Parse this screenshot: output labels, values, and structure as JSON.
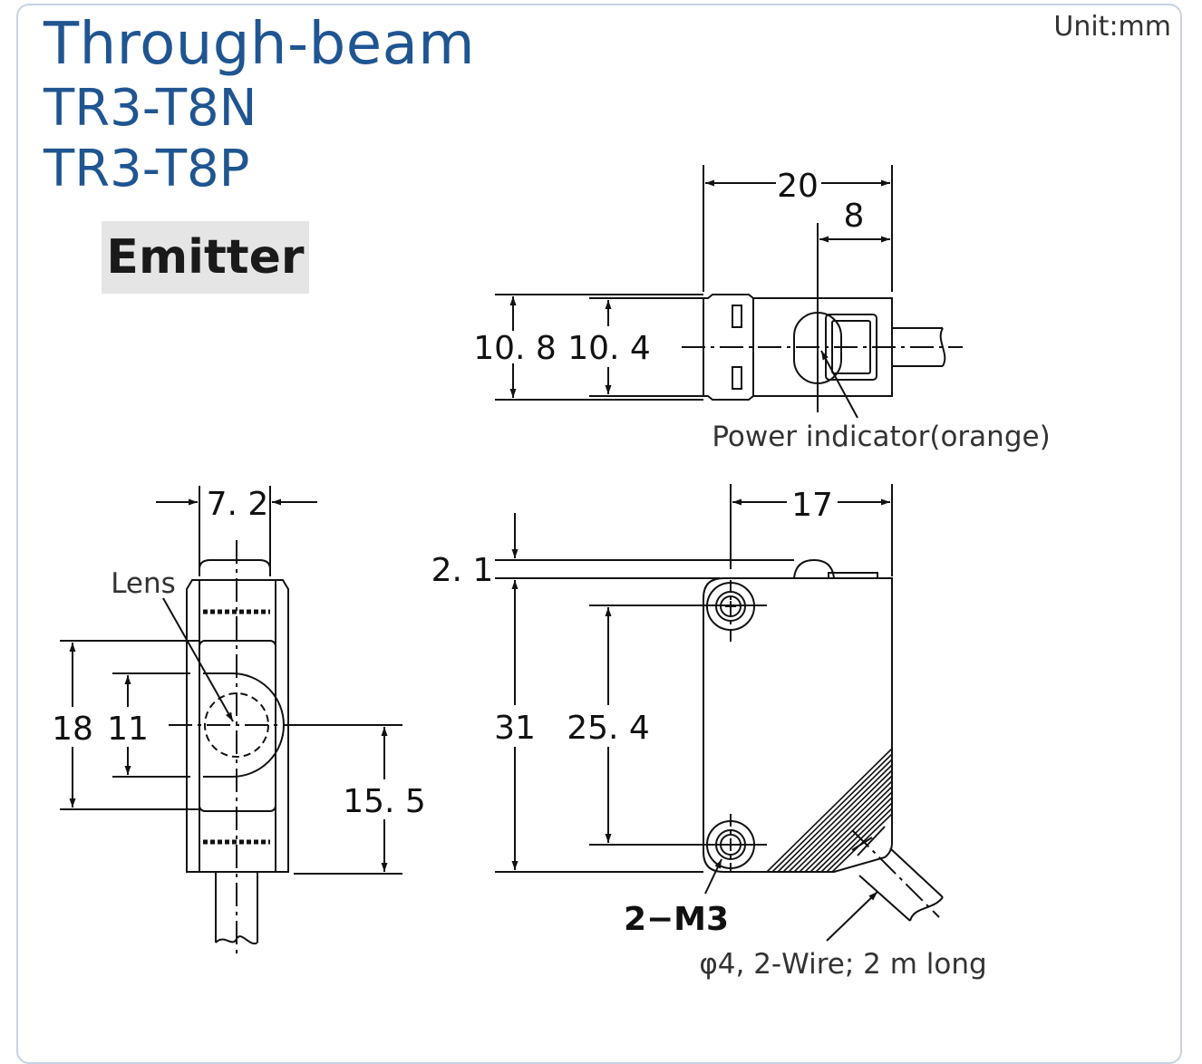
{
  "header": {
    "title": "Through-beam",
    "models": [
      "TR3-T8N",
      "TR3-T8P"
    ],
    "unit": "Unit:mm",
    "badge": "Emitter"
  },
  "dimensions": {
    "top_width": "20",
    "top_indicator": "8",
    "top_height_outer": "10. 8",
    "top_height_inner": "10. 4",
    "front_width": "7. 2",
    "front_height_outer": "18",
    "front_height_inner": "11",
    "front_lens_height": "15. 5",
    "side_width": "17",
    "side_top_offset": "2. 1",
    "side_height": "31",
    "side_hole_pitch": "25. 4"
  },
  "labels": {
    "power_indicator": "Power indicator(orange)",
    "lens": "Lens",
    "mounting_holes": "2−M3",
    "cable": "φ4, 2-Wire;  2 m long"
  }
}
